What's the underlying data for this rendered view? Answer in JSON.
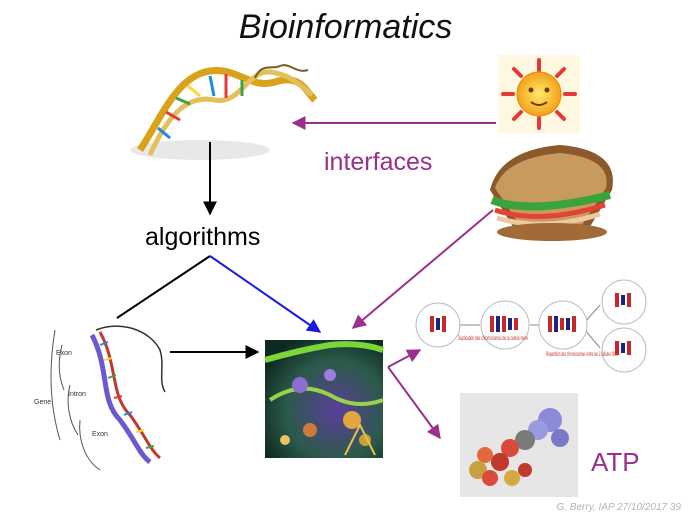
{
  "slide": {
    "title": "Bioinformatics",
    "labels": {
      "interfaces": "interfaces",
      "algorithms": "algorithms",
      "atp": "ATP"
    },
    "gene_figure": {
      "gene": "Gene",
      "exon_top": "Exon",
      "intron": "Intron",
      "exon_bottom": "Exon"
    },
    "mitosis_figure": {
      "step1": "Duplication des chromosomes de la cellule mère",
      "step2": "Répartition des chromosomes entre les 2 cellules filles"
    },
    "footer": "G. Berry, IAP  27/10/2017  39",
    "colors": {
      "purple_arrow": "#9b2f8c",
      "blue_arrow": "#1a1adc",
      "black_arrow": "#000000"
    }
  }
}
